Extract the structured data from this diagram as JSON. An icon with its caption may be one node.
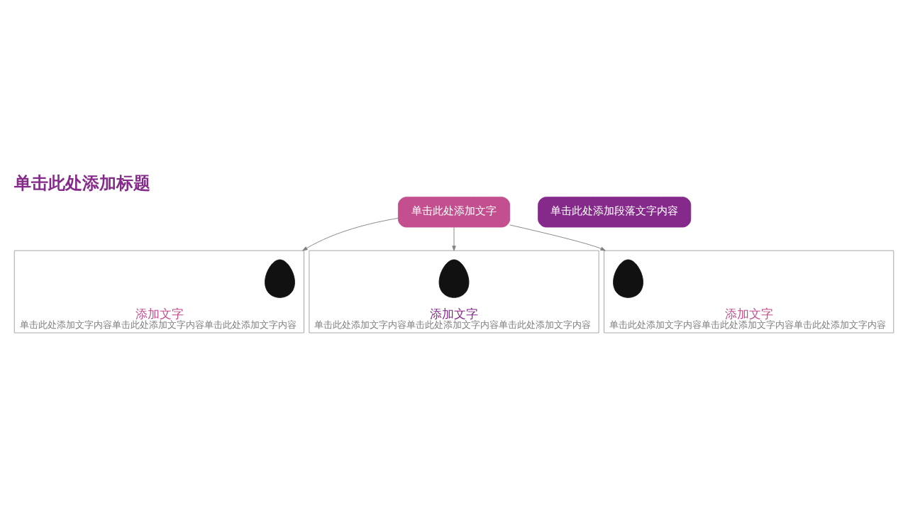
{
  "diagram": {
    "title": "单击此处添加标题",
    "nodes": [
      {
        "text": [
          "单击此处添加文字"
        ]
      },
      {
        "text": [
          "单击此处添加段落文字内容"
        ]
      },
      {
        "text": [
          "添加文字",
          "单击此处添加文字内容单击此处添加文字内容单击此处添加文字内容"
        ]
      },
      {
        "text": [],
        "shape": "person",
        "in": 2
      },
      {
        "text": [
          "添加文字",
          "单击此处添加文字内容单击此处添加文字内容单击此处添加文字内容"
        ]
      },
      {
        "text": [],
        "shape": "person",
        "in": 4
      },
      {
        "text": [
          "添加文字",
          "单击此处添加文字内容单击此处添加文字内容单击此处添加文字内容"
        ]
      },
      {
        "text": [],
        "shape": "person",
        "in": 6
      }
    ],
    "edges": [
      {
        "from": 0,
        "to": 2,
        "arrow": "to"
      },
      {
        "from": 0,
        "to": 4,
        "arrow": "to"
      },
      {
        "from": 0,
        "to": 6,
        "arrow": "to"
      }
    ]
  }
}
